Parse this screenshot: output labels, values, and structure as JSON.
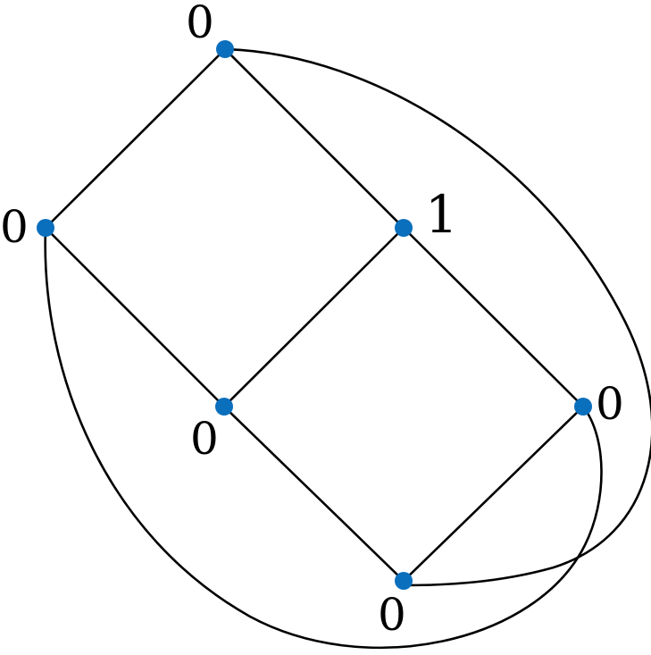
{
  "graph": {
    "vertices": [
      {
        "id": "top",
        "label": "0"
      },
      {
        "id": "left",
        "label": "0"
      },
      {
        "id": "upper-right",
        "label": "1"
      },
      {
        "id": "center",
        "label": "0"
      },
      {
        "id": "right",
        "label": "0"
      },
      {
        "id": "bottom",
        "label": "0"
      }
    ],
    "edges": [
      [
        "top",
        "left"
      ],
      [
        "top",
        "upper-right"
      ],
      [
        "left",
        "center"
      ],
      [
        "upper-right",
        "center"
      ],
      [
        "upper-right",
        "right"
      ],
      [
        "center",
        "bottom"
      ],
      [
        "right",
        "bottom"
      ],
      [
        "top",
        "bottom"
      ],
      [
        "left",
        "right"
      ]
    ]
  },
  "colors": {
    "node": "#0a6fbd",
    "edge": "#000000",
    "background": "#ffffff"
  }
}
